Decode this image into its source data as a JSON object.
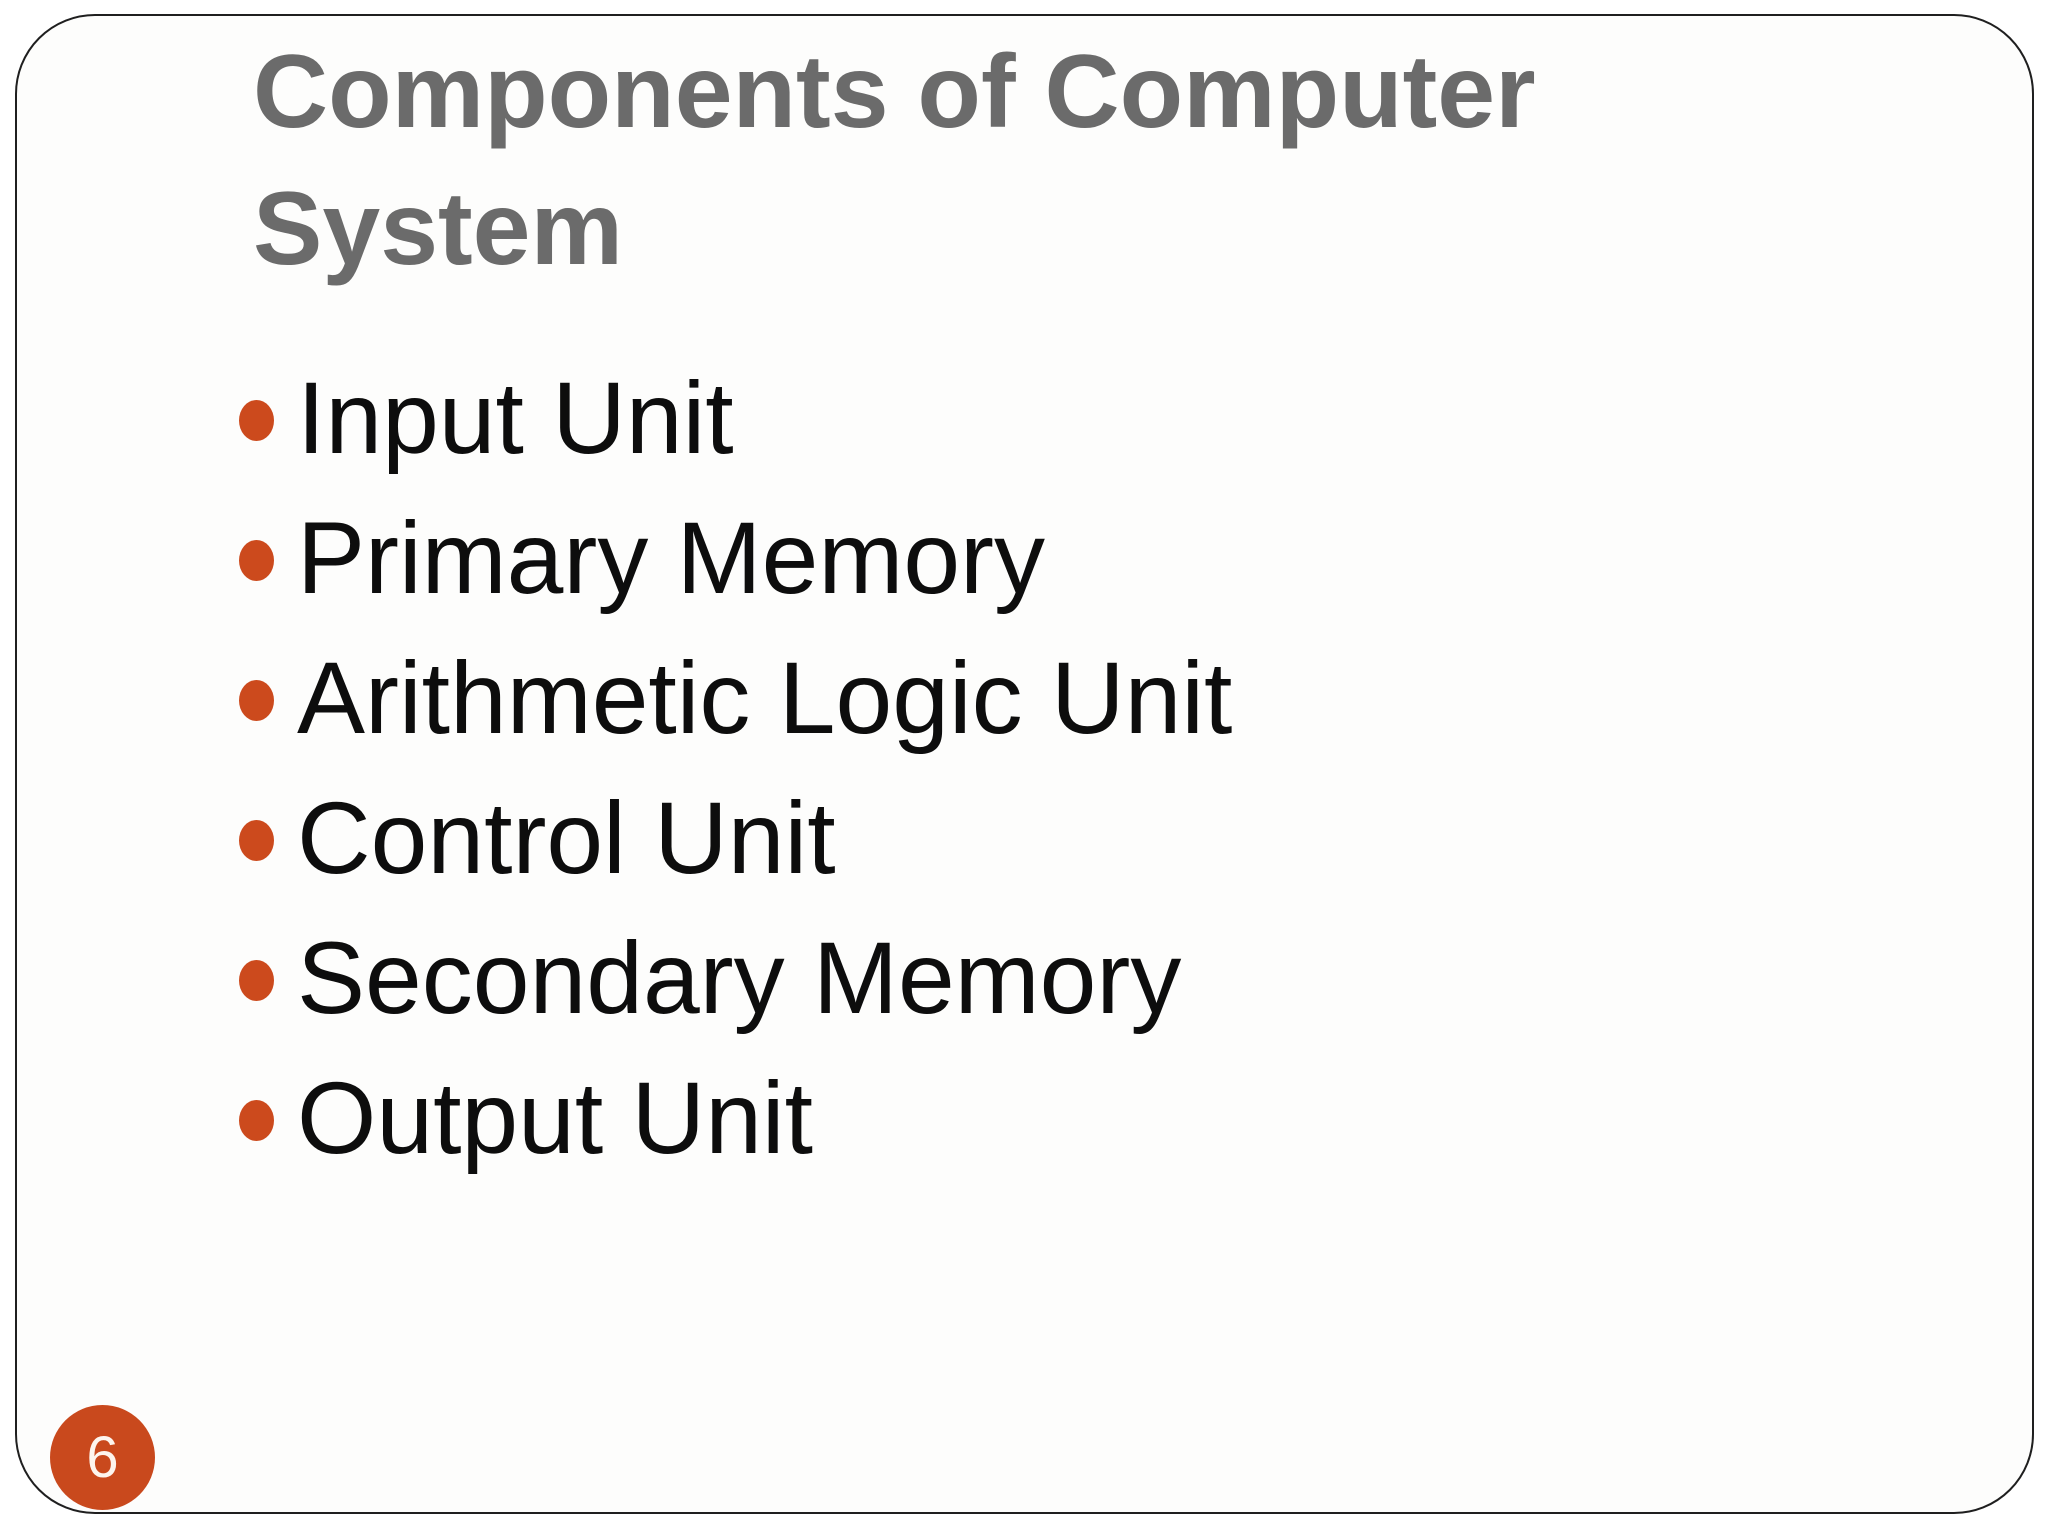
{
  "slide": {
    "title": "Components of Computer System",
    "bullets": [
      "Input Unit",
      "Primary Memory",
      "Arithmetic Logic Unit",
      "Control Unit",
      "Secondary Memory",
      "Output Unit"
    ],
    "page_number": "6",
    "colors": {
      "accent_orange": "#cc4a1d",
      "title_gray": "#6b6b6b",
      "body_text": "#0d0d0d",
      "border": "#1f1f1f",
      "background": "#fdfdfc"
    }
  }
}
